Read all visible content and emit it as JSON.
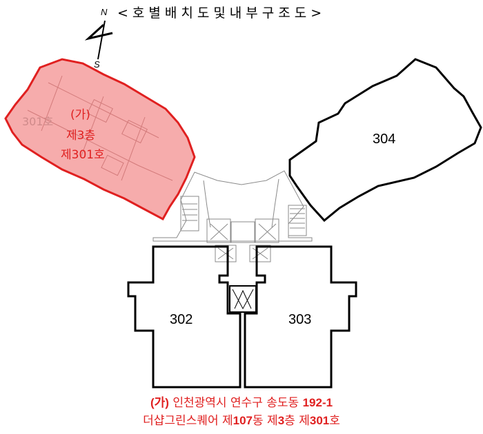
{
  "title": "<호별배치도및내부구조도>",
  "compass": {
    "north": "N",
    "south": "S"
  },
  "units": {
    "u302": "302",
    "u303": "303",
    "u304": "304"
  },
  "highlight": {
    "ghost_label": "301호",
    "tag": "(가)",
    "floor": "제3층",
    "room": "제301호",
    "color": "#e02020",
    "fill": "#f5a3a3"
  },
  "caption": {
    "line1_tag": "(가)",
    "line1_text": "인천광역시 연수구 송도동",
    "line1_number": "192-1",
    "line2_pre": "더샵그린스퀘어 제",
    "line2_bldg": "107",
    "line2_mid1": "동 제",
    "line2_floor": "3",
    "line2_mid2": "층 제",
    "line2_room": "301",
    "line2_post": "호"
  }
}
